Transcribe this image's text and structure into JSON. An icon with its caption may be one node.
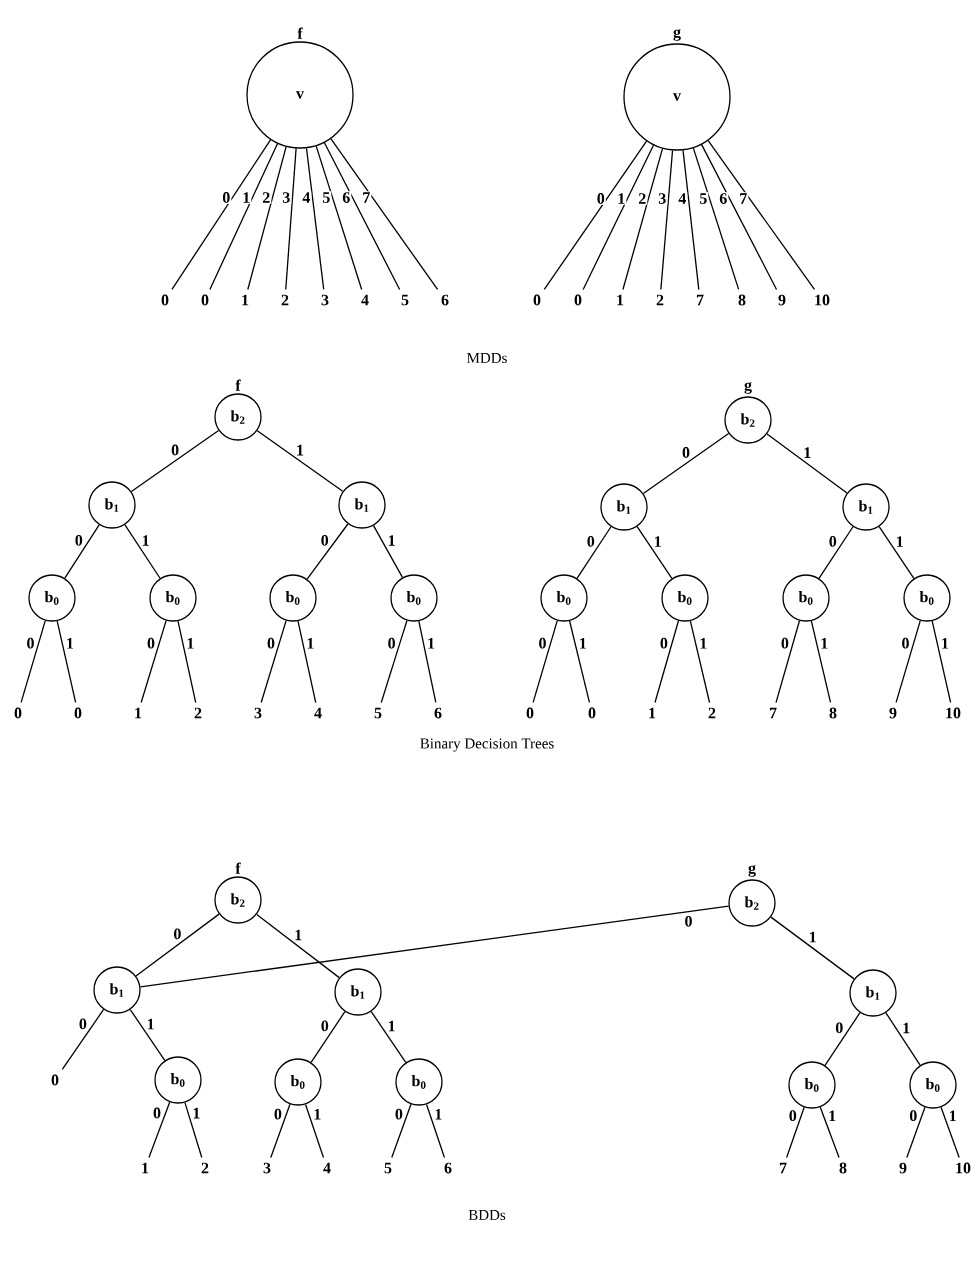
{
  "diagram": {
    "nodes": [
      {
        "text": [
          "f",
          "v"
        ]
      },
      {
        "text": [
          "0"
        ]
      },
      {
        "text": [
          "0"
        ]
      },
      {
        "text": [
          "1"
        ]
      },
      {
        "text": [
          "2"
        ]
      },
      {
        "text": [
          "3"
        ]
      },
      {
        "text": [
          "4"
        ]
      },
      {
        "text": [
          "5"
        ]
      },
      {
        "text": [
          "6"
        ]
      },
      {
        "text": [
          "g",
          "v"
        ]
      },
      {
        "text": [
          "0"
        ]
      },
      {
        "text": [
          "0"
        ]
      },
      {
        "text": [
          "1"
        ]
      },
      {
        "text": [
          "2"
        ]
      },
      {
        "text": [
          "7"
        ]
      },
      {
        "text": [
          "8"
        ]
      },
      {
        "text": [
          "9"
        ]
      },
      {
        "text": [
          "10"
        ]
      },
      {
        "text": [
          "f",
          "b$_{2}$"
        ]
      },
      {
        "text": [
          "b$_{1}$"
        ]
      },
      {
        "text": [
          "b$_{1}$"
        ]
      },
      {
        "text": [
          "b$_{0}$"
        ]
      },
      {
        "text": [
          "b$_{0}$"
        ]
      },
      {
        "text": [
          "b$_{0}$"
        ]
      },
      {
        "text": [
          "b$_{0}$"
        ]
      },
      {
        "text": [
          "0"
        ]
      },
      {
        "text": [
          "0"
        ]
      },
      {
        "text": [
          "1"
        ]
      },
      {
        "text": [
          "2"
        ]
      },
      {
        "text": [
          "3"
        ]
      },
      {
        "text": [
          "4"
        ]
      },
      {
        "text": [
          "5"
        ]
      },
      {
        "text": [
          "6"
        ]
      },
      {
        "text": [
          "g",
          "b$_{2}$"
        ]
      },
      {
        "text": [
          "b$_{1}$"
        ]
      },
      {
        "text": [
          "b$_{1}$"
        ]
      },
      {
        "text": [
          "b$_{0}$"
        ]
      },
      {
        "text": [
          "b$_{0}$"
        ]
      },
      {
        "text": [
          "b$_{0}$"
        ]
      },
      {
        "text": [
          "b$_{0}$"
        ]
      },
      {
        "text": [
          "0"
        ]
      },
      {
        "text": [
          "0"
        ]
      },
      {
        "text": [
          "1"
        ]
      },
      {
        "text": [
          "2"
        ]
      },
      {
        "text": [
          "7"
        ]
      },
      {
        "text": [
          "8"
        ]
      },
      {
        "text": [
          "9"
        ]
      },
      {
        "text": [
          "10"
        ]
      },
      {
        "text": [
          "f",
          "b$_{2}$"
        ]
      },
      {
        "text": [
          "b$_{1}$"
        ]
      },
      {
        "text": [
          "b$_{1}$"
        ]
      },
      {
        "text": [
          "0"
        ]
      },
      {
        "text": [
          "b$_{0}$"
        ]
      },
      {
        "text": [
          "b$_{0}$"
        ]
      },
      {
        "text": [
          "b$_{0}$"
        ]
      },
      {
        "text": [
          "1"
        ]
      },
      {
        "text": [
          "2"
        ]
      },
      {
        "text": [
          "3"
        ]
      },
      {
        "text": [
          "4"
        ]
      },
      {
        "text": [
          "5"
        ]
      },
      {
        "text": [
          "6"
        ]
      },
      {
        "text": [
          "g",
          "b$_{2}$"
        ]
      },
      {
        "text": [
          "b$_{1}$"
        ]
      },
      {
        "text": [
          "b$_{0}$"
        ]
      },
      {
        "text": [
          "b$_{0}$"
        ]
      },
      {
        "text": [
          "7"
        ]
      },
      {
        "text": [
          "8"
        ]
      },
      {
        "text": [
          "9"
        ]
      },
      {
        "text": [
          "10"
        ]
      }
    ],
    "edges": [
      {
        "from": 0,
        "to": 1,
        "arrow": "none",
        "label": "0"
      },
      {
        "from": 0,
        "to": 2,
        "arrow": "none",
        "label": "1"
      },
      {
        "from": 0,
        "to": 3,
        "arrow": "none",
        "label": "2"
      },
      {
        "from": 0,
        "to": 4,
        "arrow": "none",
        "label": "3"
      },
      {
        "from": 0,
        "to": 5,
        "arrow": "none",
        "label": "4"
      },
      {
        "from": 0,
        "to": 6,
        "arrow": "none",
        "label": "5"
      },
      {
        "from": 0,
        "to": 7,
        "arrow": "none",
        "label": "6"
      },
      {
        "from": 0,
        "to": 8,
        "arrow": "none",
        "label": "7"
      },
      {
        "from": 9,
        "to": 10,
        "arrow": "none",
        "label": "0"
      },
      {
        "from": 9,
        "to": 11,
        "arrow": "none",
        "label": "1"
      },
      {
        "from": 9,
        "to": 12,
        "arrow": "none",
        "label": "2"
      },
      {
        "from": 9,
        "to": 13,
        "arrow": "none",
        "label": "3"
      },
      {
        "from": 9,
        "to": 14,
        "arrow": "none",
        "label": "4"
      },
      {
        "from": 9,
        "to": 15,
        "arrow": "none",
        "label": "5"
      },
      {
        "from": 9,
        "to": 16,
        "arrow": "none",
        "label": "6"
      },
      {
        "from": 9,
        "to": 17,
        "arrow": "none",
        "label": "7"
      },
      {
        "from": 18,
        "to": 19,
        "arrow": "none",
        "label": "0"
      },
      {
        "from": 18,
        "to": 20,
        "arrow": "none",
        "label": "1"
      },
      {
        "from": 19,
        "to": 21,
        "arrow": "none",
        "label": "0"
      },
      {
        "from": 19,
        "to": 22,
        "arrow": "none",
        "label": "1"
      },
      {
        "from": 20,
        "to": 23,
        "arrow": "none",
        "label": "0"
      },
      {
        "from": 20,
        "to": 24,
        "arrow": "none",
        "label": "1"
      },
      {
        "from": 21,
        "to": 25,
        "arrow": "none",
        "label": "0"
      },
      {
        "from": 21,
        "to": 26,
        "arrow": "none",
        "label": "1"
      },
      {
        "from": 22,
        "to": 27,
        "arrow": "none",
        "label": "0"
      },
      {
        "from": 22,
        "to": 28,
        "arrow": "none",
        "label": "1"
      },
      {
        "from": 23,
        "to": 29,
        "arrow": "none",
        "label": "0"
      },
      {
        "from": 23,
        "to": 30,
        "arrow": "none",
        "label": "1"
      },
      {
        "from": 24,
        "to": 31,
        "arrow": "none",
        "label": "0"
      },
      {
        "from": 24,
        "to": 32,
        "arrow": "none",
        "label": "1"
      },
      {
        "from": 33,
        "to": 34,
        "arrow": "none",
        "label": "0"
      },
      {
        "from": 33,
        "to": 35,
        "arrow": "none",
        "label": "1"
      },
      {
        "from": 34,
        "to": 36,
        "arrow": "none",
        "label": "0"
      },
      {
        "from": 34,
        "to": 37,
        "arrow": "none",
        "label": "1"
      },
      {
        "from": 35,
        "to": 38,
        "arrow": "none",
        "label": "0"
      },
      {
        "from": 35,
        "to": 39,
        "arrow": "none",
        "label": "1"
      },
      {
        "from": 36,
        "to": 40,
        "arrow": "none",
        "label": "0"
      },
      {
        "from": 36,
        "to": 41,
        "arrow": "none",
        "label": "1"
      },
      {
        "from": 37,
        "to": 42,
        "arrow": "none",
        "label": "0"
      },
      {
        "from": 37,
        "to": 43,
        "arrow": "none",
        "label": "1"
      },
      {
        "from": 38,
        "to": 44,
        "arrow": "none",
        "label": "0"
      },
      {
        "from": 38,
        "to": 45,
        "arrow": "none",
        "label": "1"
      },
      {
        "from": 39,
        "to": 46,
        "arrow": "none",
        "label": "0"
      },
      {
        "from": 39,
        "to": 47,
        "arrow": "none",
        "label": "1"
      },
      {
        "from": 48,
        "to": 49,
        "arrow": "none",
        "label": "0"
      },
      {
        "from": 48,
        "to": 50,
        "arrow": "none",
        "label": "1"
      },
      {
        "from": 49,
        "to": 51,
        "arrow": "none",
        "label": "0"
      },
      {
        "from": 49,
        "to": 52,
        "arrow": "none",
        "label": "1"
      },
      {
        "from": 50,
        "to": 53,
        "arrow": "none",
        "label": "0"
      },
      {
        "from": 50,
        "to": 54,
        "arrow": "none",
        "label": "1"
      },
      {
        "from": 52,
        "to": 55,
        "arrow": "none",
        "label": "0"
      },
      {
        "from": 52,
        "to": 56,
        "arrow": "none",
        "label": "1"
      },
      {
        "from": 53,
        "to": 57,
        "arrow": "none",
        "label": "0"
      },
      {
        "from": 53,
        "to": 58,
        "arrow": "none",
        "label": "1"
      },
      {
        "from": 54,
        "to": 59,
        "arrow": "none",
        "label": "0"
      },
      {
        "from": 54,
        "to": 60,
        "arrow": "none",
        "label": "1"
      },
      {
        "from": 61,
        "to": 49,
        "arrow": "none",
        "label": "0"
      },
      {
        "from": 61,
        "to": 62,
        "arrow": "none",
        "label": "1"
      },
      {
        "from": 62,
        "to": 63,
        "arrow": "none",
        "label": "0"
      },
      {
        "from": 62,
        "to": 64,
        "arrow": "none",
        "label": "1"
      },
      {
        "from": 63,
        "to": 65,
        "arrow": "none",
        "label": "0"
      },
      {
        "from": 63,
        "to": 66,
        "arrow": "none",
        "label": "1"
      },
      {
        "from": 64,
        "to": 67,
        "arrow": "none",
        "label": "0"
      },
      {
        "from": 64,
        "to": 68,
        "arrow": "none",
        "label": "1"
      }
    ],
    "labels": [
      "MDDs",
      "Binary Decision Trees",
      "BDDs"
    ]
  }
}
